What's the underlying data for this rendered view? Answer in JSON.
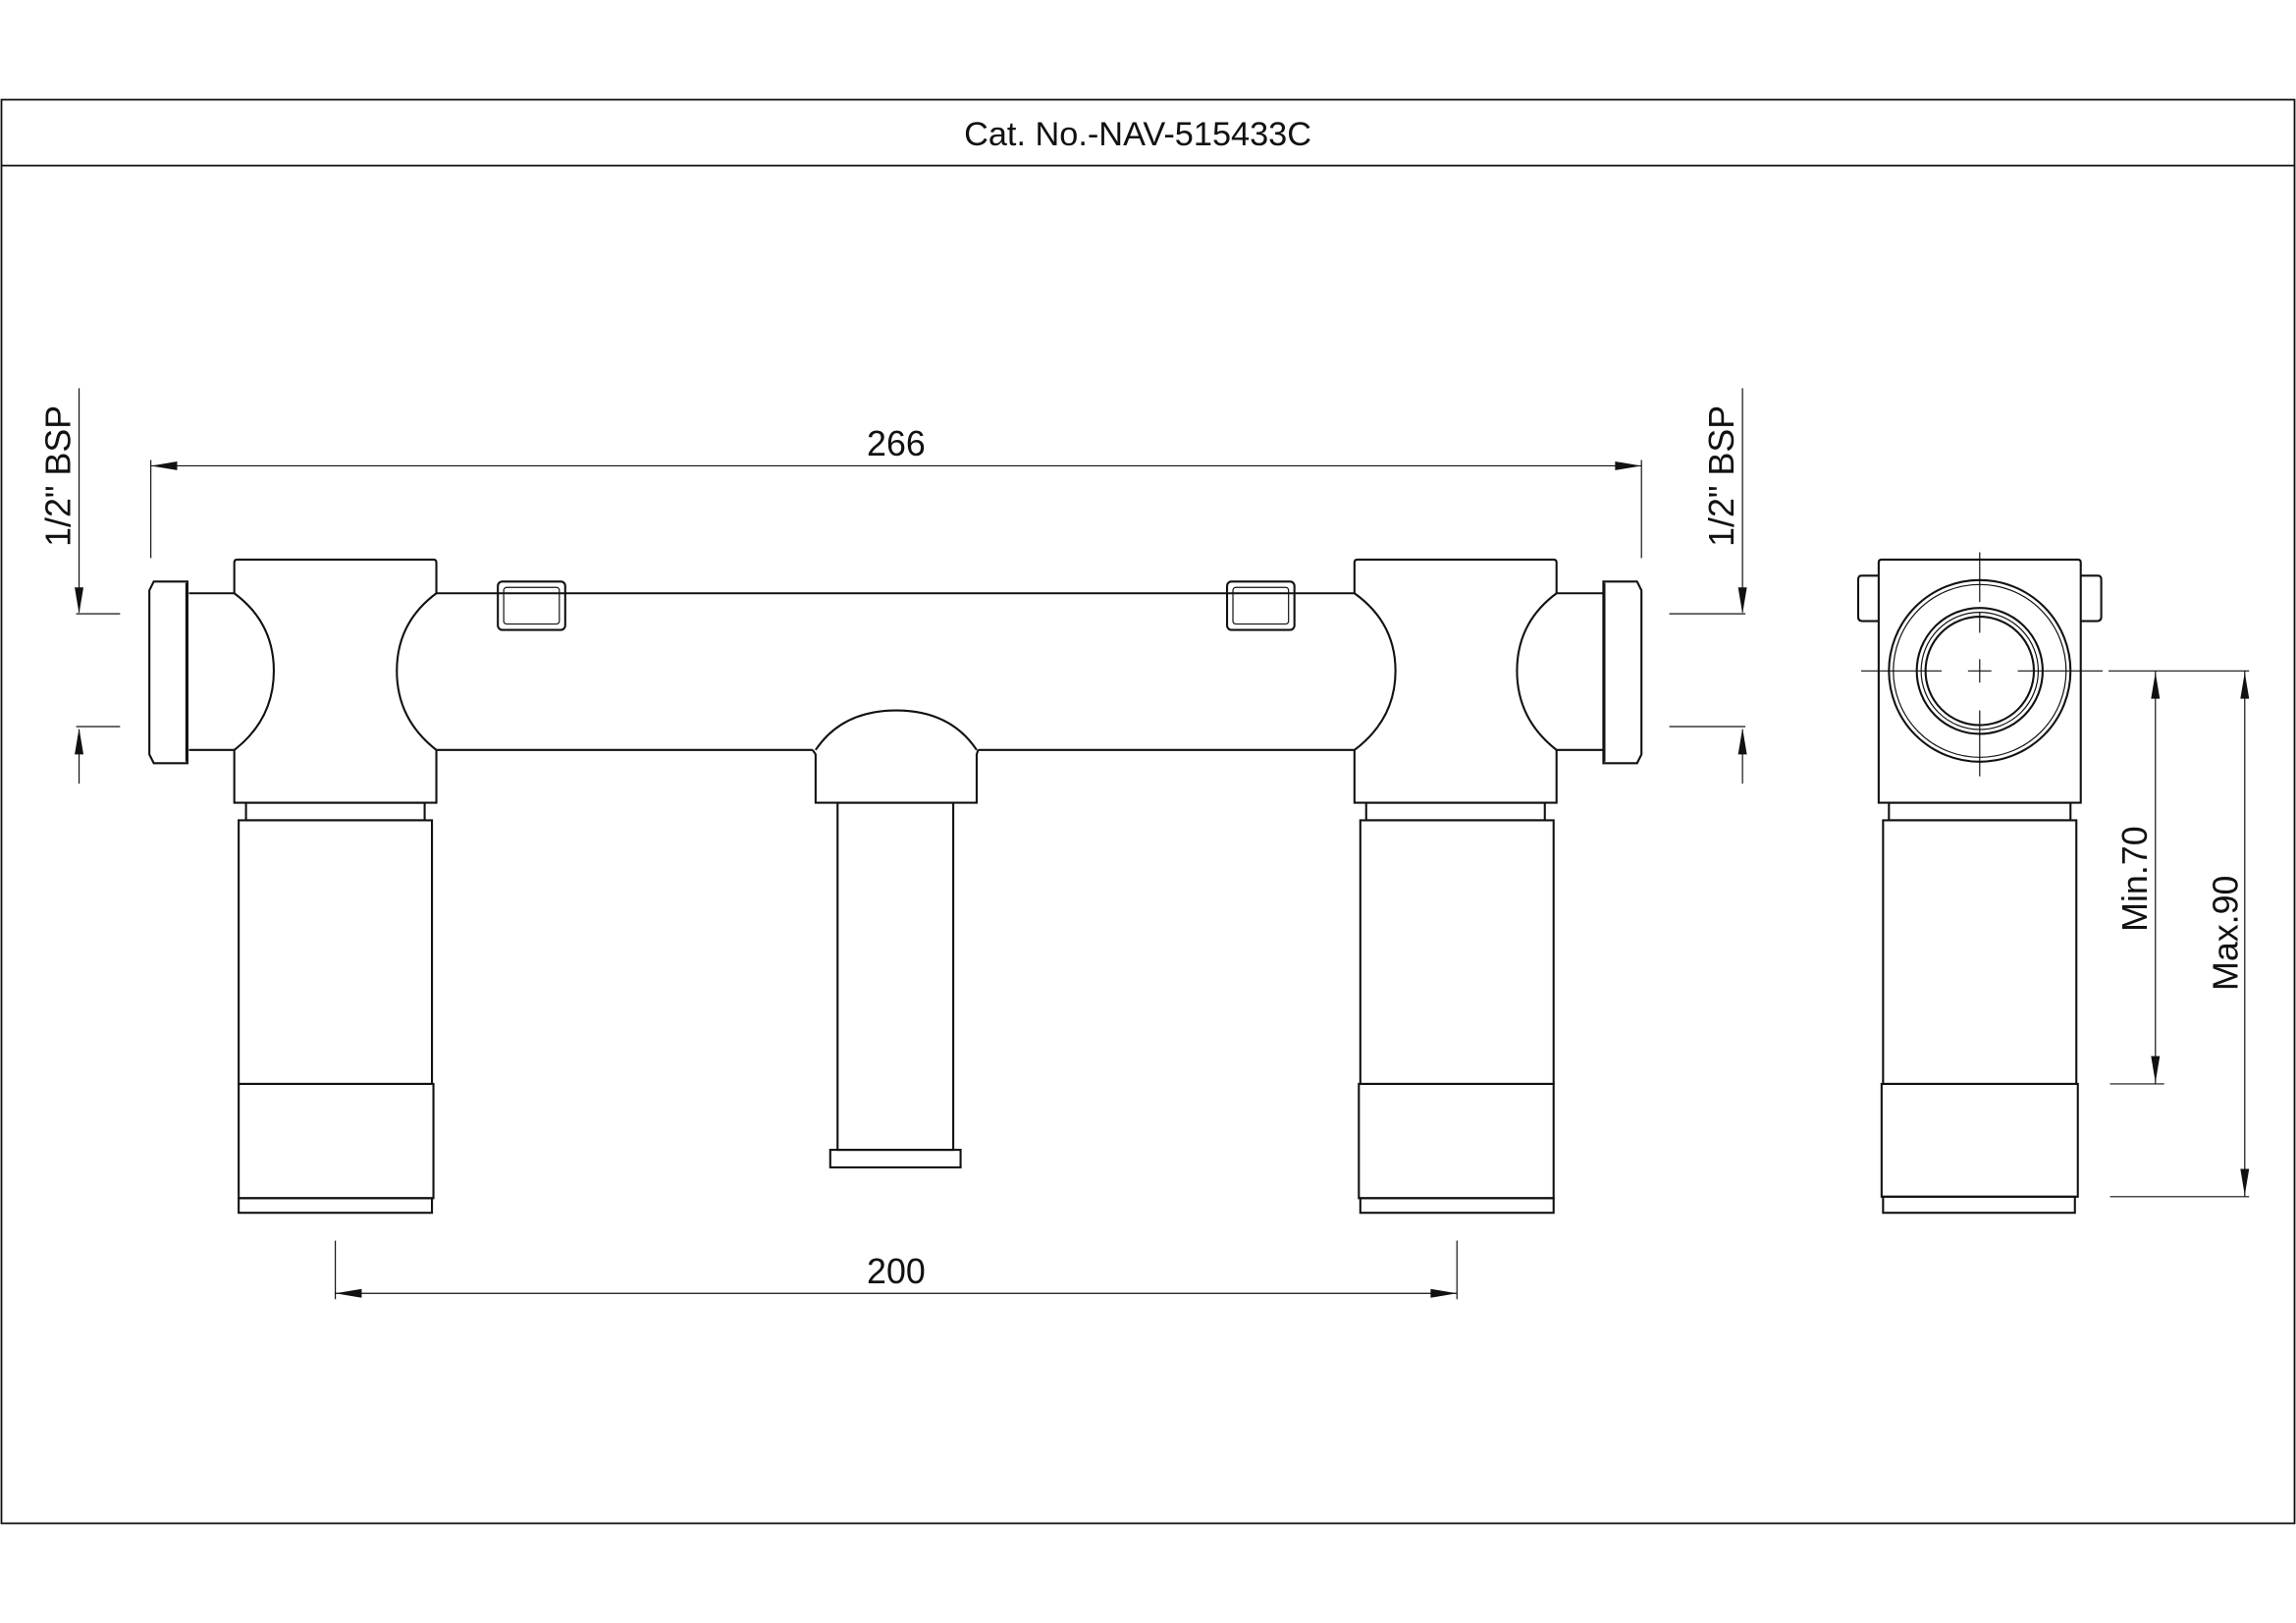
{
  "title": "Cat. No.-NAV-515433C",
  "dimensions": {
    "overall_width": "266",
    "center_distance": "200",
    "left_thread": "1/2\" BSP",
    "right_thread": "1/2\" BSP",
    "min_depth": "Min.70",
    "max_depth": "Max.90"
  }
}
